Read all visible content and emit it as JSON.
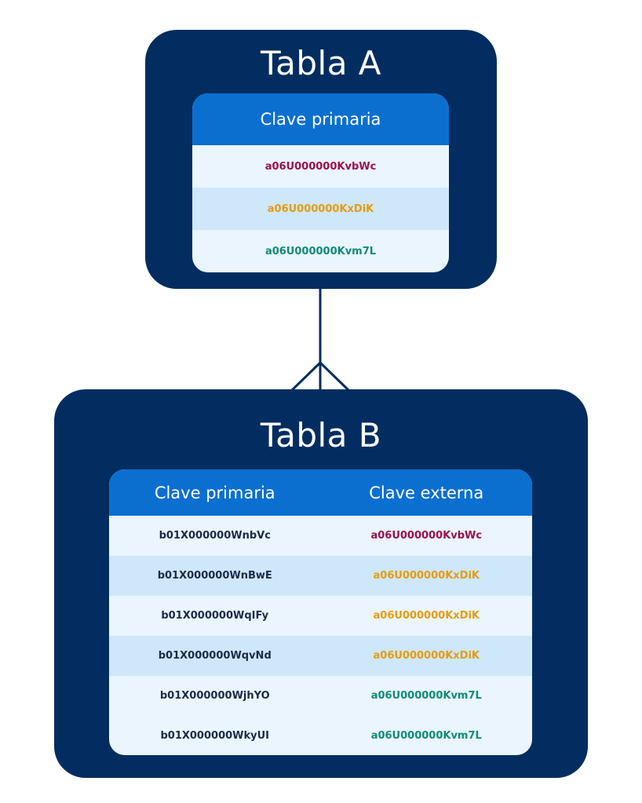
{
  "colors": {
    "panel": "#032d60",
    "header": "#0b6fd0",
    "row_light": "#eaf5fe",
    "row_alt": "#cfe7fb",
    "key_red": "#9b1050",
    "key_orange": "#e59c0c",
    "key_teal": "#0f8a79",
    "text_dark": "#1b2a4a"
  },
  "table_a": {
    "title": "Tabla A",
    "header": "Clave primaria",
    "rows": [
      "a06U000000KvbWc",
      "a06U000000KxDiK",
      "a06U000000Kvm7L"
    ]
  },
  "table_b": {
    "title": "Tabla B",
    "headers": [
      "Clave primaria",
      "Clave externa"
    ],
    "rows": [
      {
        "pk": "b01X000000WnbVc",
        "fk": "a06U000000KvbWc"
      },
      {
        "pk": "b01X000000WnBwE",
        "fk": "a06U000000KxDiK"
      },
      {
        "pk": "b01X000000WqIFy",
        "fk": "a06U000000KxDiK"
      },
      {
        "pk": "b01X000000WqvNd",
        "fk": "a06U000000KxDiK"
      },
      {
        "pk": "b01X000000WjhYO",
        "fk": "a06U000000Kvm7L"
      },
      {
        "pk": "b01X000000WkyUI",
        "fk": "a06U000000Kvm7L"
      }
    ]
  },
  "relationship": "one-to-many"
}
